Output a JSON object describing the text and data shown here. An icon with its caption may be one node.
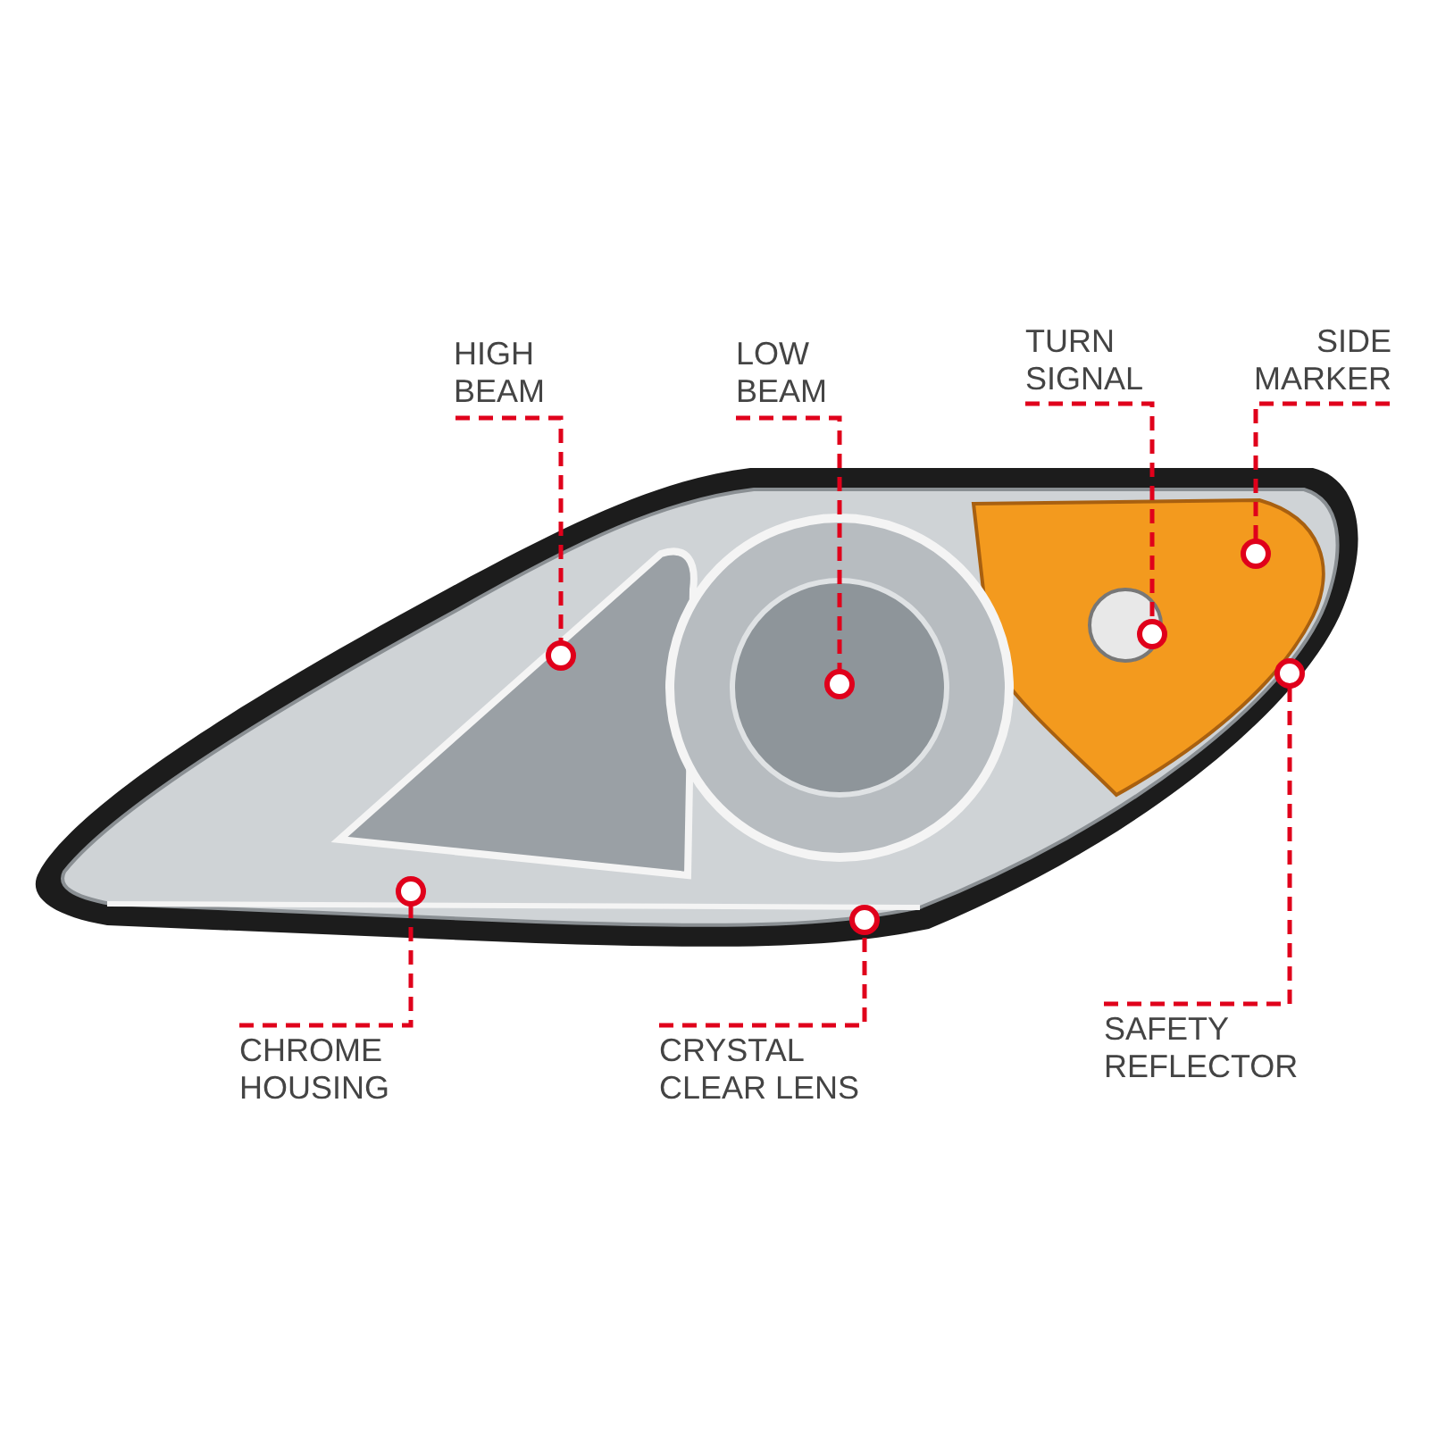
{
  "diagram": {
    "nodes": [
      {
        "text": [
          "HIGH BEAM"
        ]
      },
      {
        "text": [
          "LOW BEAM"
        ]
      },
      {
        "text": [
          "TURN SIGNAL"
        ]
      },
      {
        "text": [
          "SIDE MARKER"
        ]
      },
      {
        "text": [
          "CHROME HOUSING"
        ]
      },
      {
        "text": [
          "CRYSTAL CLEAR LENS"
        ]
      },
      {
        "text": [
          "SAFETY REFLECTOR"
        ]
      },
      {
        "text": [],
        "shape": "circle"
      },
      {
        "text": [],
        "shape": "circle"
      },
      {
        "text": [],
        "shape": "circle"
      },
      {
        "text": [],
        "shape": "circle"
      },
      {
        "text": [],
        "shape": "circle"
      },
      {
        "text": [],
        "shape": "circle"
      },
      {
        "text": [],
        "shape": "circle"
      }
    ],
    "edges": [
      {
        "from": 0,
        "to": 7,
        "arrow": "none",
        "style": "dashed",
        "color": "#e0001b"
      },
      {
        "from": 1,
        "to": 8,
        "arrow": "none",
        "style": "dashed",
        "color": "#e0001b"
      },
      {
        "from": 2,
        "to": 9,
        "arrow": "none",
        "style": "dashed",
        "color": "#e0001b"
      },
      {
        "from": 3,
        "to": 10,
        "arrow": "none",
        "style": "dashed",
        "color": "#e0001b"
      },
      {
        "from": 4,
        "to": 11,
        "arrow": "none",
        "style": "dashed",
        "color": "#e0001b"
      },
      {
        "from": 5,
        "to": 12,
        "arrow": "none",
        "style": "dashed",
        "color": "#e0001b"
      },
      {
        "from": 6,
        "to": 13,
        "arrow": "none",
        "style": "dashed",
        "color": "#e0001b"
      }
    ]
  }
}
